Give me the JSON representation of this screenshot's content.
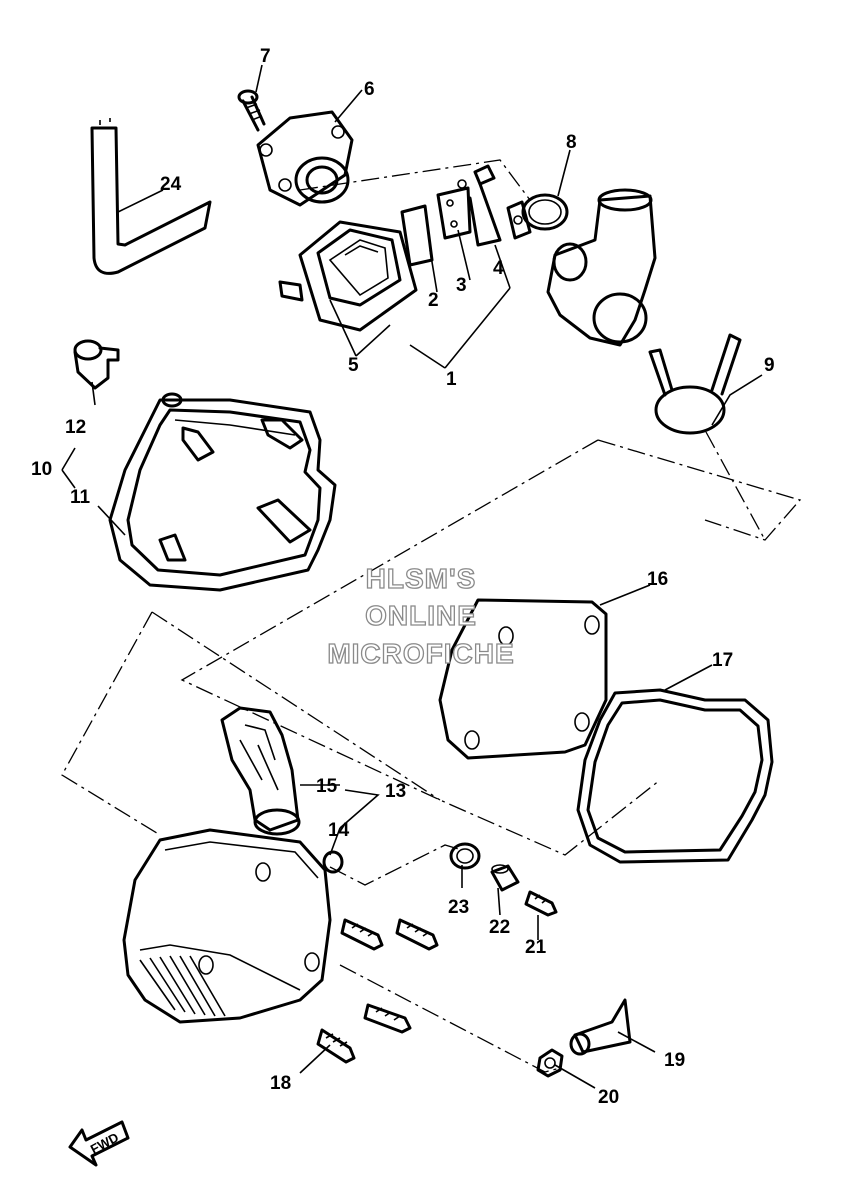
{
  "watermark": {
    "line1": "HLSM'S",
    "line2": "ONLINE",
    "line3": "MICROFICHE"
  },
  "direction_marker": "FWD",
  "callouts": {
    "c1": "1",
    "c2": "2",
    "c3": "3",
    "c4": "4",
    "c5": "5",
    "c6": "6",
    "c7": "7",
    "c8": "8",
    "c9": "9",
    "c10": "10",
    "c11": "11",
    "c12": "12",
    "c13": "13",
    "c14": "14",
    "c15": "15",
    "c16": "16",
    "c17": "17",
    "c18": "18",
    "c19": "19",
    "c20": "20",
    "c21": "21",
    "c22": "22",
    "c23": "23",
    "c24": "24"
  }
}
